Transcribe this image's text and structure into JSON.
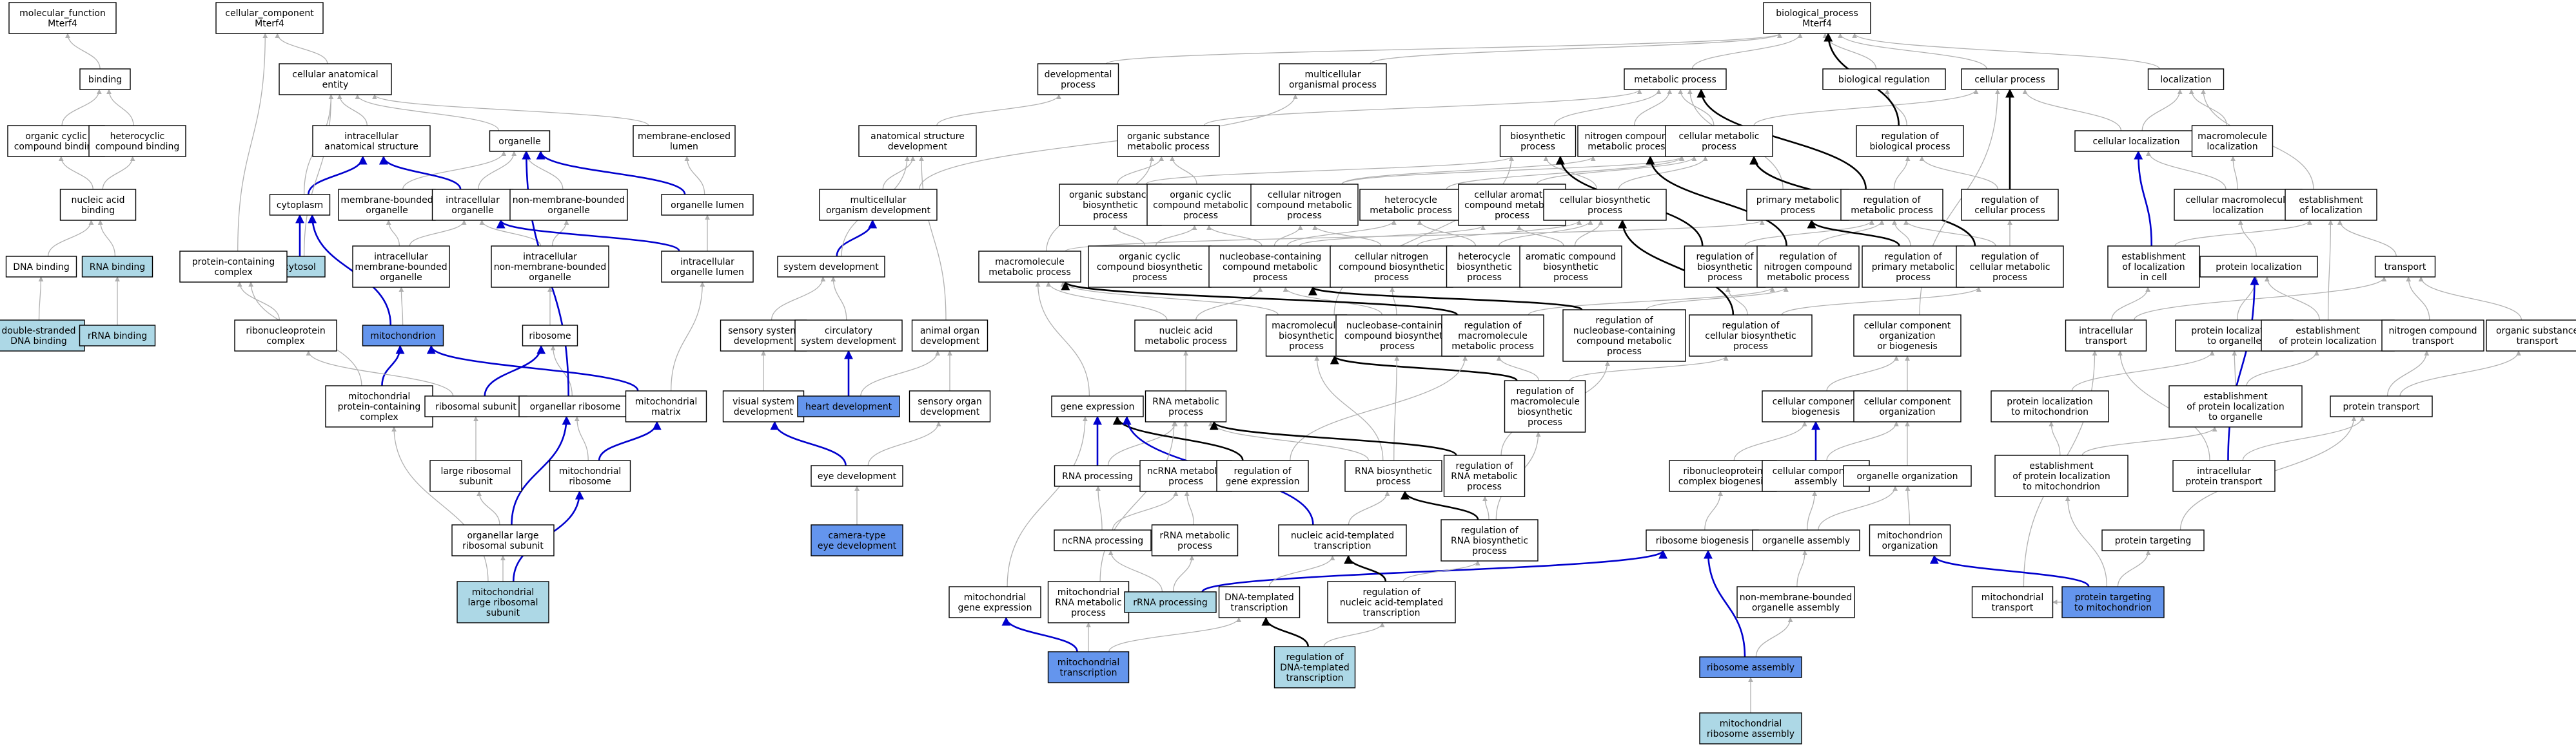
{
  "colors": {
    "node_default": "#ffffff",
    "node_light": "#add8e6",
    "node_highlight": "#6495ed",
    "edge_is_a": "#b0b0b0",
    "edge_part_of": "#0000cd",
    "edge_regulates": "#000000"
  },
  "nodes": {
    "mf_root": {
      "lines": [
        "molecular_function",
        "Mterf4"
      ],
      "style": "default"
    },
    "cc_root": {
      "lines": [
        "cellular_component",
        "Mterf4"
      ],
      "style": "default"
    },
    "bp_root": {
      "lines": [
        "biological_process",
        "Mterf4"
      ],
      "style": "default"
    },
    "binding": {
      "lines": [
        "binding"
      ],
      "style": "default"
    },
    "org_cyclic_binding": {
      "lines": [
        "organic cyclic",
        "compound binding"
      ],
      "style": "default"
    },
    "het_binding": {
      "lines": [
        "heterocyclic",
        "compound binding"
      ],
      "style": "default"
    },
    "na_binding": {
      "lines": [
        "nucleic acid",
        "binding"
      ],
      "style": "default"
    },
    "dna_binding": {
      "lines": [
        "DNA binding"
      ],
      "style": "default"
    },
    "rna_binding": {
      "lines": [
        "RNA binding"
      ],
      "style": "light"
    },
    "ds_dna_binding": {
      "lines": [
        "double-stranded",
        "DNA binding"
      ],
      "style": "light"
    },
    "rrna_binding": {
      "lines": [
        "rRNA binding"
      ],
      "style": "light"
    },
    "cae": {
      "lines": [
        "cellular anatomical",
        "entity"
      ],
      "style": "default"
    },
    "ias": {
      "lines": [
        "intracellular",
        "anatomical structure"
      ],
      "style": "default"
    },
    "organelle": {
      "lines": [
        "organelle"
      ],
      "style": "default"
    },
    "mel": {
      "lines": [
        "membrane-enclosed",
        "lumen"
      ],
      "style": "default"
    },
    "cytoplasm": {
      "lines": [
        "cytoplasm"
      ],
      "style": "default"
    },
    "mbo": {
      "lines": [
        "membrane-bounded",
        "organelle"
      ],
      "style": "default"
    },
    "io": {
      "lines": [
        "intracellular",
        "organelle"
      ],
      "style": "default"
    },
    "nmbo": {
      "lines": [
        "non-membrane-bounded",
        "organelle"
      ],
      "style": "default"
    },
    "ol": {
      "lines": [
        "organelle lumen"
      ],
      "style": "default"
    },
    "cytosol": {
      "lines": [
        "cytosol"
      ],
      "style": "light"
    },
    "imbo": {
      "lines": [
        "intracellular",
        "membrane-bounded",
        "organelle"
      ],
      "style": "default"
    },
    "inmbo": {
      "lines": [
        "intracellular",
        "non-membrane-bounded",
        "organelle"
      ],
      "style": "default"
    },
    "iol": {
      "lines": [
        "intracellular",
        "organelle lumen"
      ],
      "style": "default"
    },
    "pcc": {
      "lines": [
        "protein-containing",
        "complex"
      ],
      "style": "default"
    },
    "mito": {
      "lines": [
        "mitochondrion"
      ],
      "style": "highlight"
    },
    "ribosome": {
      "lines": [
        "ribosome"
      ],
      "style": "default"
    },
    "rnp_complex": {
      "lines": [
        "ribonucleoprotein",
        "complex"
      ],
      "style": "default"
    },
    "mpcc": {
      "lines": [
        "mitochondrial",
        "protein-containing",
        "complex"
      ],
      "style": "default"
    },
    "rib_subunit": {
      "lines": [
        "ribosomal subunit"
      ],
      "style": "default"
    },
    "org_ribosome": {
      "lines": [
        "organellar ribosome"
      ],
      "style": "default"
    },
    "mito_matrix": {
      "lines": [
        "mitochondrial",
        "matrix"
      ],
      "style": "default"
    },
    "lrs": {
      "lines": [
        "large ribosomal",
        "subunit"
      ],
      "style": "default"
    },
    "mito_ribosome": {
      "lines": [
        "mitochondrial",
        "ribosome"
      ],
      "style": "default"
    },
    "olrs": {
      "lines": [
        "organellar large",
        "ribosomal subunit"
      ],
      "style": "default"
    },
    "mlrs": {
      "lines": [
        "mitochondrial",
        "large ribosomal",
        "subunit"
      ],
      "style": "light"
    },
    "dev_proc": {
      "lines": [
        "developmental",
        "process"
      ],
      "style": "default"
    },
    "mc_org_proc": {
      "lines": [
        "multicellular",
        "organismal process"
      ],
      "style": "default"
    },
    "met_proc": {
      "lines": [
        "metabolic process"
      ],
      "style": "default"
    },
    "bio_reg": {
      "lines": [
        "biological regulation"
      ],
      "style": "default"
    },
    "cell_proc": {
      "lines": [
        "cellular process"
      ],
      "style": "default"
    },
    "localization": {
      "lines": [
        "localization"
      ],
      "style": "default"
    },
    "asd": {
      "lines": [
        "anatomical structure",
        "development"
      ],
      "style": "default"
    },
    "osmp": {
      "lines": [
        "organic substance",
        "metabolic process"
      ],
      "style": "default"
    },
    "biosyn_proc": {
      "lines": [
        "biosynthetic",
        "process"
      ],
      "style": "default"
    },
    "nc_met_proc": {
      "lines": [
        "nitrogen compound",
        "metabolic process"
      ],
      "style": "default"
    },
    "cell_met_proc": {
      "lines": [
        "cellular metabolic",
        "process"
      ],
      "style": "default"
    },
    "reg_bio_proc": {
      "lines": [
        "regulation of",
        "biological process"
      ],
      "style": "default"
    },
    "cell_loc": {
      "lines": [
        "cellular localization"
      ],
      "style": "default"
    },
    "macromol_loc": {
      "lines": [
        "macromolecule",
        "localization"
      ],
      "style": "default"
    },
    "mc_org_dev": {
      "lines": [
        "multicellular",
        "organism development"
      ],
      "style": "default"
    },
    "osbp": {
      "lines": [
        "organic substance",
        "biosynthetic",
        "process"
      ],
      "style": "default"
    },
    "occmp": {
      "lines": [
        "organic cyclic",
        "compound metabolic",
        "process"
      ],
      "style": "default"
    },
    "cncmp": {
      "lines": [
        "cellular nitrogen",
        "compound metabolic",
        "process"
      ],
      "style": "default"
    },
    "hmp": {
      "lines": [
        "heterocycle",
        "metabolic process"
      ],
      "style": "default"
    },
    "cacmp": {
      "lines": [
        "cellular aromatic",
        "compound metabolic",
        "process"
      ],
      "style": "default"
    },
    "cbp": {
      "lines": [
        "cellular biosynthetic",
        "process"
      ],
      "style": "default"
    },
    "prim_met": {
      "lines": [
        "primary metabolic",
        "process"
      ],
      "style": "default"
    },
    "reg_met": {
      "lines": [
        "regulation of",
        "metabolic process"
      ],
      "style": "default"
    },
    "reg_cell_proc": {
      "lines": [
        "regulation of",
        "cellular process"
      ],
      "style": "default"
    },
    "cmll": {
      "lines": [
        "cellular macromolecule",
        "localization"
      ],
      "style": "default"
    },
    "est_loc": {
      "lines": [
        "establishment",
        "of localization"
      ],
      "style": "default"
    },
    "sys_dev": {
      "lines": [
        "system development"
      ],
      "style": "default"
    },
    "mmp": {
      "lines": [
        "macromolecule",
        "metabolic process"
      ],
      "style": "default"
    },
    "occbp": {
      "lines": [
        "organic cyclic",
        "compound biosynthetic",
        "process"
      ],
      "style": "default"
    },
    "ncmp": {
      "lines": [
        "nucleobase-containing",
        "compound metabolic",
        "process"
      ],
      "style": "default"
    },
    "cncbp": {
      "lines": [
        "cellular nitrogen",
        "compound biosynthetic",
        "process"
      ],
      "style": "default"
    },
    "hbp": {
      "lines": [
        "heterocycle",
        "biosynthetic",
        "process"
      ],
      "style": "default"
    },
    "acbp": {
      "lines": [
        "aromatic compound",
        "biosynthetic",
        "process"
      ],
      "style": "default"
    },
    "reg_bp": {
      "lines": [
        "regulation of",
        "biosynthetic",
        "process"
      ],
      "style": "default"
    },
    "reg_ncmp": {
      "lines": [
        "regulation of",
        "nitrogen compound",
        "metabolic process"
      ],
      "style": "default"
    },
    "reg_pmp": {
      "lines": [
        "regulation of",
        "primary metabolic",
        "process"
      ],
      "style": "default"
    },
    "reg_cmp": {
      "lines": [
        "regulation of",
        "cellular metabolic",
        "process"
      ],
      "style": "default"
    },
    "est_loc_cell": {
      "lines": [
        "establishment",
        "of localization",
        "in cell"
      ],
      "style": "default"
    },
    "prot_loc": {
      "lines": [
        "protein localization"
      ],
      "style": "default"
    },
    "transport": {
      "lines": [
        "transport"
      ],
      "style": "default"
    },
    "ssd": {
      "lines": [
        "sensory system",
        "development"
      ],
      "style": "default"
    },
    "csd": {
      "lines": [
        "circulatory",
        "system development"
      ],
      "style": "default"
    },
    "aod": {
      "lines": [
        "animal organ",
        "development"
      ],
      "style": "default"
    },
    "namp": {
      "lines": [
        "nucleic acid",
        "metabolic process"
      ],
      "style": "default"
    },
    "mbp": {
      "lines": [
        "macromolecule",
        "biosynthetic",
        "process"
      ],
      "style": "default"
    },
    "nccbp": {
      "lines": [
        "nucleobase-containing",
        "compound biosynthetic",
        "process"
      ],
      "style": "default"
    },
    "reg_mmp": {
      "lines": [
        "regulation of",
        "macromolecule",
        "metabolic process"
      ],
      "style": "default"
    },
    "reg_nccmp": {
      "lines": [
        "regulation of",
        "nucleobase-containing",
        "compound metabolic",
        "process"
      ],
      "style": "default"
    },
    "reg_cbp": {
      "lines": [
        "regulation of",
        "cellular biosynthetic",
        "process"
      ],
      "style": "default"
    },
    "ccob": {
      "lines": [
        "cellular component",
        "organization",
        "or biogenesis"
      ],
      "style": "default"
    },
    "ic_transport": {
      "lines": [
        "intracellular",
        "transport"
      ],
      "style": "default"
    },
    "plo": {
      "lines": [
        "protein localization",
        "to organelle"
      ],
      "style": "default"
    },
    "epl": {
      "lines": [
        "establishment",
        "of protein localization"
      ],
      "style": "default"
    },
    "nct": {
      "lines": [
        "nitrogen compound",
        "transport"
      ],
      "style": "default"
    },
    "ost": {
      "lines": [
        "organic substance",
        "transport"
      ],
      "style": "default"
    },
    "vsd": {
      "lines": [
        "visual system",
        "development"
      ],
      "style": "default"
    },
    "heart_dev": {
      "lines": [
        "heart development"
      ],
      "style": "highlight"
    },
    "sod": {
      "lines": [
        "sensory organ",
        "development"
      ],
      "style": "default"
    },
    "gene_expr": {
      "lines": [
        "gene expression"
      ],
      "style": "default"
    },
    "rna_met": {
      "lines": [
        "RNA metabolic",
        "process"
      ],
      "style": "default"
    },
    "reg_mbp": {
      "lines": [
        "regulation of",
        "macromolecule",
        "biosynthetic",
        "process"
      ],
      "style": "default"
    },
    "ccb": {
      "lines": [
        "cellular component",
        "biogenesis"
      ],
      "style": "default"
    },
    "cco": {
      "lines": [
        "cellular component",
        "organization"
      ],
      "style": "default"
    },
    "plm": {
      "lines": [
        "protein localization",
        "to mitochondrion"
      ],
      "style": "default"
    },
    "eplo": {
      "lines": [
        "establishment",
        "of protein localization",
        "to organelle"
      ],
      "style": "default"
    },
    "prot_transport": {
      "lines": [
        "protein transport"
      ],
      "style": "default"
    },
    "eye_dev": {
      "lines": [
        "eye development"
      ],
      "style": "default"
    },
    "rna_proc": {
      "lines": [
        "RNA processing"
      ],
      "style": "default"
    },
    "ncrna_met": {
      "lines": [
        "ncRNA metabolic",
        "process"
      ],
      "style": "default"
    },
    "reg_ge": {
      "lines": [
        "regulation of",
        "gene expression"
      ],
      "style": "default"
    },
    "rna_bp": {
      "lines": [
        "RNA biosynthetic",
        "process"
      ],
      "style": "default"
    },
    "reg_rna_met": {
      "lines": [
        "regulation of",
        "RNA metabolic",
        "process"
      ],
      "style": "default"
    },
    "rnp_bio": {
      "lines": [
        "ribonucleoprotein",
        "complex biogenesis"
      ],
      "style": "default"
    },
    "cca": {
      "lines": [
        "cellular component",
        "assembly"
      ],
      "style": "default"
    },
    "org_org": {
      "lines": [
        "organelle organization"
      ],
      "style": "default"
    },
    "epl_mito": {
      "lines": [
        "establishment",
        "of protein localization",
        "to mitochondrion"
      ],
      "style": "default"
    },
    "ic_prot_transport": {
      "lines": [
        "intracellular",
        "protein transport"
      ],
      "style": "default"
    },
    "cam_eye_dev": {
      "lines": [
        "camera-type",
        "eye development"
      ],
      "style": "highlight"
    },
    "ncrna_proc": {
      "lines": [
        "ncRNA processing"
      ],
      "style": "default"
    },
    "rrna_met": {
      "lines": [
        "rRNA metabolic",
        "process"
      ],
      "style": "default"
    },
    "nat_trans": {
      "lines": [
        "nucleic acid-templated",
        "transcription"
      ],
      "style": "default"
    },
    "reg_rna_bp": {
      "lines": [
        "regulation of",
        "RNA biosynthetic",
        "process"
      ],
      "style": "default"
    },
    "rib_bio": {
      "lines": [
        "ribosome biogenesis"
      ],
      "style": "default"
    },
    "org_assembly": {
      "lines": [
        "organelle assembly"
      ],
      "style": "default"
    },
    "mito_org": {
      "lines": [
        "mitochondrion",
        "organization"
      ],
      "style": "default"
    },
    "prot_targeting": {
      "lines": [
        "protein targeting"
      ],
      "style": "default"
    },
    "mito_ge": {
      "lines": [
        "mitochondrial",
        "gene expression"
      ],
      "style": "default"
    },
    "mito_rna_met": {
      "lines": [
        "mitochondrial",
        "RNA metabolic",
        "process"
      ],
      "style": "default"
    },
    "rrna_proc": {
      "lines": [
        "rRNA processing"
      ],
      "style": "light"
    },
    "dna_trans": {
      "lines": [
        "DNA-templated",
        "transcription"
      ],
      "style": "default"
    },
    "reg_nat_trans": {
      "lines": [
        "regulation of",
        "nucleic acid-templated",
        "transcription"
      ],
      "style": "default"
    },
    "nmbo_assembly": {
      "lines": [
        "non-membrane-bounded",
        "organelle assembly"
      ],
      "style": "default"
    },
    "mito_transport": {
      "lines": [
        "mitochondrial",
        "transport"
      ],
      "style": "default"
    },
    "prot_target_mito": {
      "lines": [
        "protein targeting",
        "to mitochondrion"
      ],
      "style": "highlight"
    },
    "mito_trans": {
      "lines": [
        "mitochondrial",
        "transcription"
      ],
      "style": "highlight"
    },
    "reg_dna_trans": {
      "lines": [
        "regulation of",
        "DNA-templated",
        "transcription"
      ],
      "style": "light"
    },
    "rib_assembly": {
      "lines": [
        "ribosome assembly"
      ],
      "style": "highlight"
    },
    "mito_rib_assembly": {
      "lines": [
        "mitochondrial",
        "ribosome assembly"
      ],
      "style": "light"
    }
  }
}
